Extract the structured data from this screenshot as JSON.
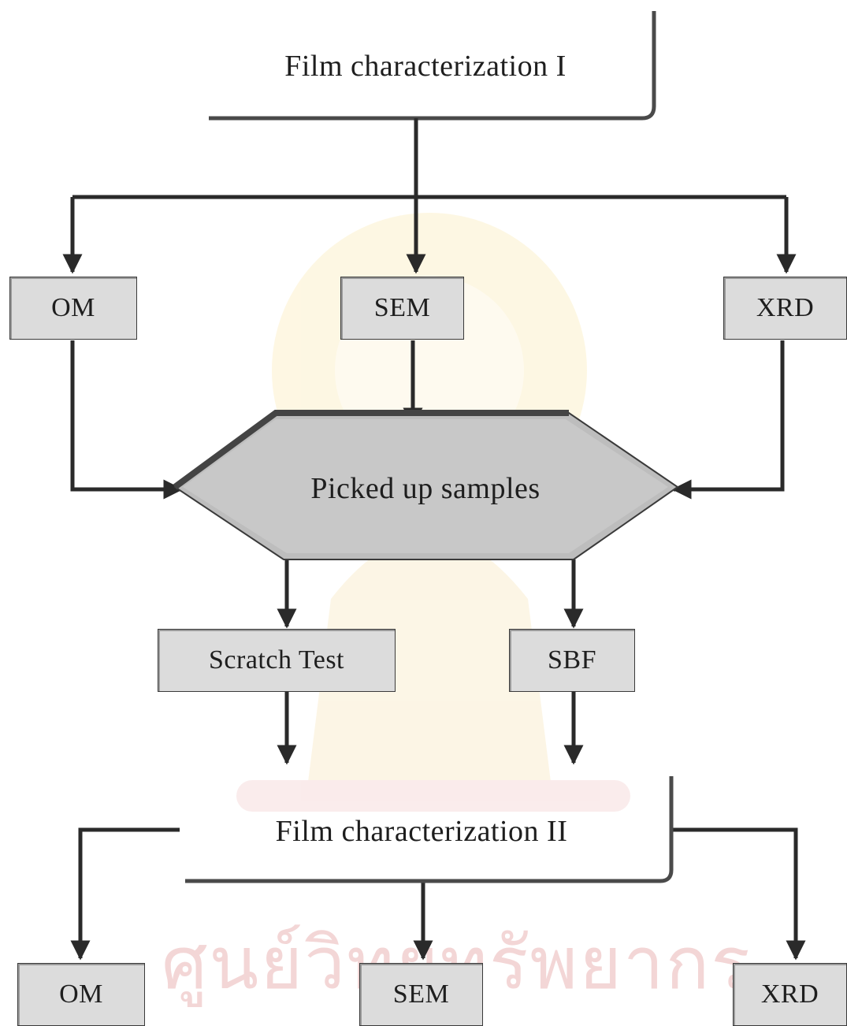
{
  "header_top": {
    "label": "Film characterization I"
  },
  "row1": {
    "om": "OM",
    "sem": "SEM",
    "xrd": "XRD"
  },
  "hexagon": {
    "label": "Picked up samples"
  },
  "row2": {
    "scratch": "Scratch Test",
    "sbf": "SBF"
  },
  "header_bottom": {
    "label": "Film characterization II"
  },
  "row3": {
    "om": "OM",
    "sem": "SEM",
    "xrd": "XRD"
  },
  "watermark": {
    "text": "ศูนย์วิทยทรัพยากร"
  },
  "colors": {
    "box_fill": "#dcdcdc",
    "line": "#2a2a2a",
    "watermark": "#f3d6d6"
  }
}
